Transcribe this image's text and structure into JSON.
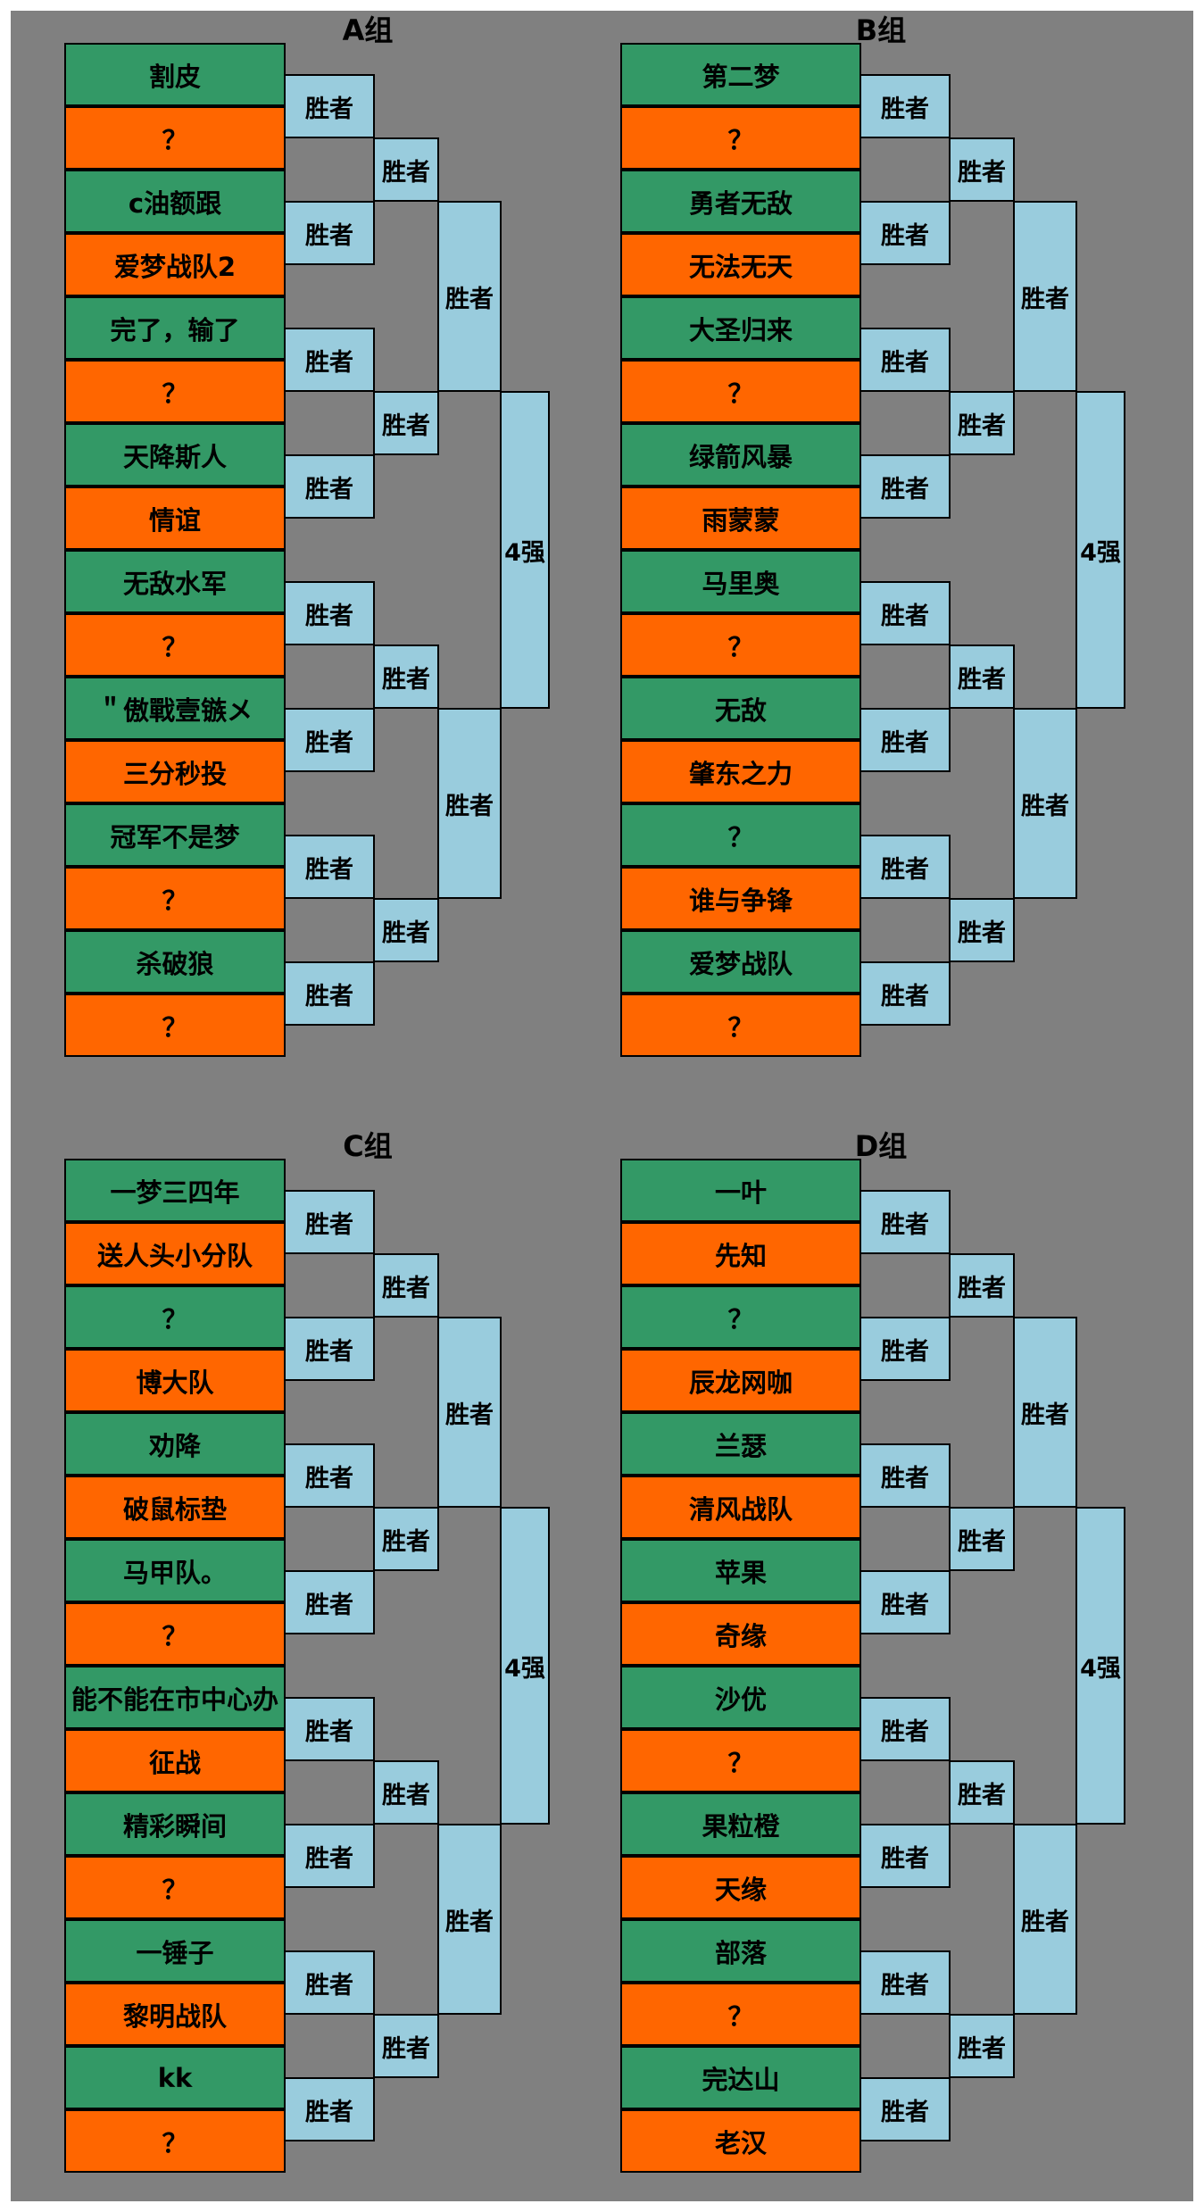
{
  "groups": [
    {
      "title": "A组",
      "teams": [
        "割皮",
        "？",
        "c油额跟",
        "爱梦战队2",
        "完了，输了",
        "？",
        "天降斯人",
        "情谊",
        "无敌水军",
        "？",
        "＂傲戰壹镞メ",
        "三分秒投",
        "冠军不是梦",
        "？",
        "杀破狼",
        "？"
      ],
      "r1": [
        "胜者",
        "胜者",
        "胜者",
        "胜者",
        "胜者",
        "胜者",
        "胜者",
        "胜者"
      ],
      "r2": [
        "胜者",
        "胜者",
        "胜者",
        "胜者"
      ],
      "r3": [
        "胜者",
        "胜者"
      ],
      "final": "4强"
    },
    {
      "title": "B组",
      "teams": [
        "第二梦",
        "？",
        "勇者无敌",
        "无法无天",
        "大圣归来",
        "？",
        "绿箭风暴",
        "雨蒙蒙",
        "马里奥",
        "？",
        "无敌",
        "肇东之力",
        "？",
        "谁与争锋",
        "爱梦战队",
        "？"
      ],
      "r1": [
        "胜者",
        "胜者",
        "胜者",
        "胜者",
        "胜者",
        "胜者",
        "胜者",
        "胜者"
      ],
      "r2": [
        "胜者",
        "胜者",
        "胜者",
        "胜者"
      ],
      "r3": [
        "胜者",
        "胜者"
      ],
      "final": "4强"
    },
    {
      "title": "C组",
      "teams": [
        "一梦三四年",
        "送人头小分队",
        "？",
        "博大队",
        "劝降",
        "破鼠标垫",
        "马甲队。",
        "？",
        "能不能在市中心办",
        "征战",
        "精彩瞬间",
        "？",
        "一锤子",
        "黎明战队",
        "kk",
        "？"
      ],
      "r1": [
        "胜者",
        "胜者",
        "胜者",
        "胜者",
        "胜者",
        "胜者",
        "胜者",
        "胜者"
      ],
      "r2": [
        "胜者",
        "胜者",
        "胜者",
        "胜者"
      ],
      "r3": [
        "胜者",
        "胜者"
      ],
      "final": "4强"
    },
    {
      "title": "D组",
      "teams": [
        "一叶",
        "先知",
        "？",
        "辰龙网咖",
        "兰瑟",
        "清风战队",
        "苹果",
        "奇缘",
        "沙优",
        "？",
        "果粒橙",
        "天缘",
        "部落",
        "？",
        "完达山",
        "老汉"
      ],
      "r1": [
        "胜者",
        "胜者",
        "胜者",
        "胜者",
        "胜者",
        "胜者",
        "胜者",
        "胜者"
      ],
      "r2": [
        "胜者",
        "胜者",
        "胜者",
        "胜者"
      ],
      "r3": [
        "胜者",
        "胜者"
      ],
      "final": "4强"
    }
  ],
  "colors": {
    "green": "#339966",
    "orange": "#ff6600",
    "box": "#99ccdd",
    "background": "#808080"
  }
}
